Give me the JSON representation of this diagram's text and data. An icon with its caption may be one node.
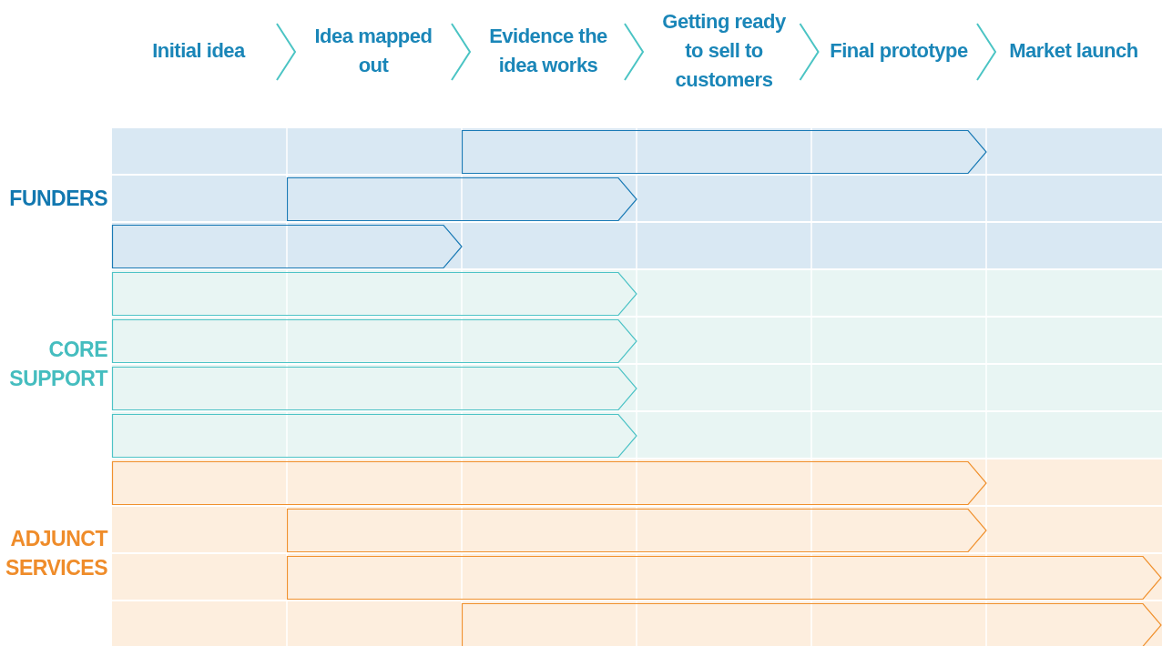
{
  "diagram": {
    "nodes": [
      {
        "text": [
          "Initial idea"
        ]
      },
      {
        "text": [
          "Idea mapped out"
        ]
      },
      {
        "text": [
          "Evidence the idea works"
        ]
      },
      {
        "text": [
          "Getting ready to sell to customers"
        ]
      },
      {
        "text": [
          "Final prototype"
        ]
      },
      {
        "text": [
          "Market launch"
        ]
      },
      {
        "text": [
          "FUNDERS"
        ]
      },
      {
        "text": [],
        "shape": "bar",
        "in": 6
      },
      {
        "text": [],
        "shape": "bar",
        "in": 6
      },
      {
        "text": [],
        "shape": "bar",
        "in": 6
      },
      {
        "text": [
          "CORE SUPPORT"
        ]
      },
      {
        "text": [],
        "shape": "bar",
        "in": 10
      },
      {
        "text": [],
        "shape": "bar",
        "in": 10
      },
      {
        "text": [],
        "shape": "bar",
        "in": 10
      },
      {
        "text": [],
        "shape": "bar",
        "in": 10
      },
      {
        "text": [
          "ADJUNCT SERVICES"
        ]
      },
      {
        "text": [],
        "shape": "bar",
        "in": 15
      },
      {
        "text": [],
        "shape": "bar",
        "in": 15
      },
      {
        "text": [],
        "shape": "bar",
        "in": 15
      },
      {
        "text": [],
        "shape": "bar",
        "in": 15
      }
    ],
    "edges": [
      {
        "from": 0,
        "to": 1,
        "arrow": "to"
      },
      {
        "from": 1,
        "to": 2,
        "arrow": "to"
      },
      {
        "from": 2,
        "to": 3,
        "arrow": "to"
      },
      {
        "from": 3,
        "to": 4,
        "arrow": "to"
      },
      {
        "from": 4,
        "to": 5,
        "arrow": "to"
      }
    ]
  }
}
